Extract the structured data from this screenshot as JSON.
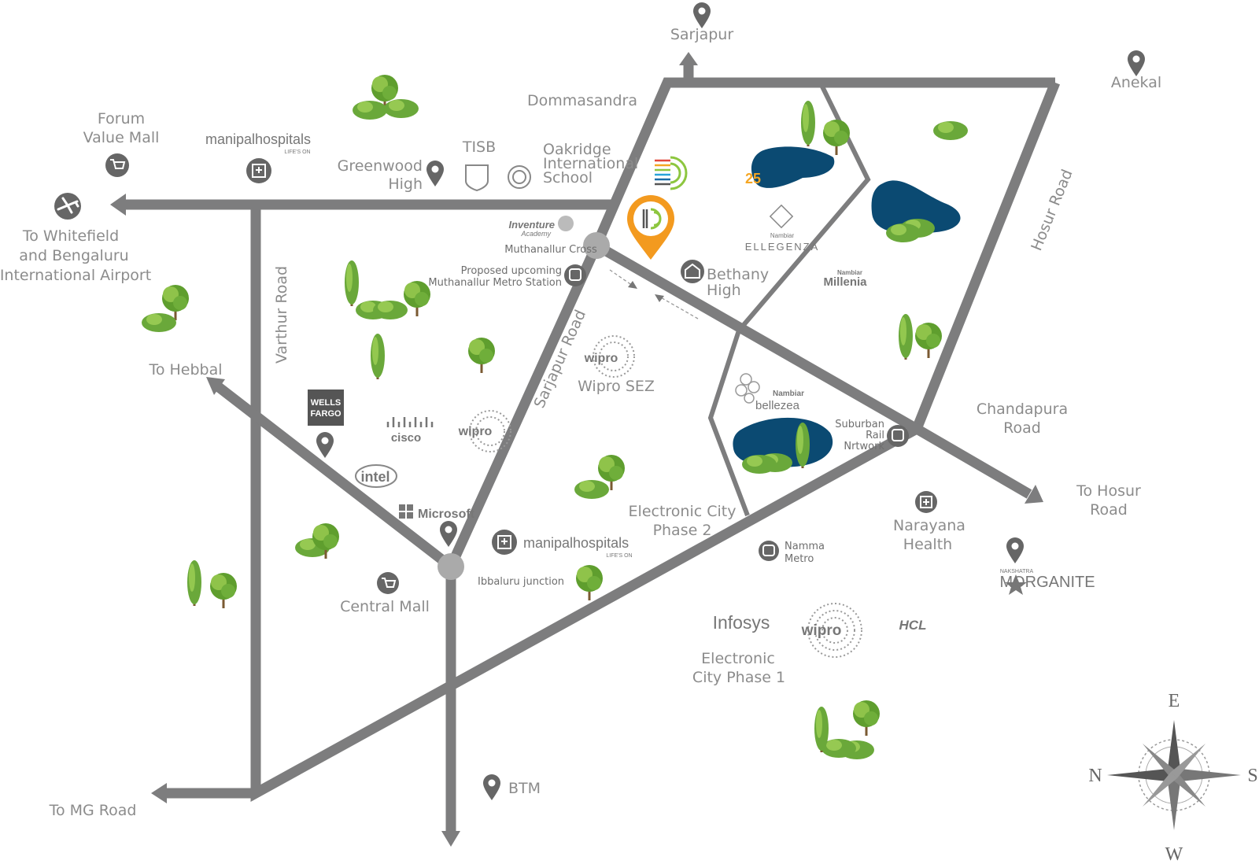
{
  "places": {
    "sarjapur": "Sarjapur",
    "anekal": "Anekal",
    "dommasandra": "Dommasandra",
    "forum_1": "Forum",
    "forum_2": "Value Mall",
    "manipal_top": "manipalhospitals",
    "manipal_tag": "LIFE'S ON",
    "tisb": "TISB",
    "greenwood_1": "Greenwood",
    "greenwood_2": "High",
    "oakridge_1": "Oakridge",
    "oakridge_2": "International",
    "oakridge_3": "School",
    "whitefield_1": "To Whitefield",
    "whitefield_2": "and Bengaluru",
    "whitefield_3": "International Airport",
    "inventure_1": "Inventure",
    "inventure_2": "Academy",
    "muthanallur_cross": "Muthanallur Cross",
    "metro_1": "Proposed upcoming",
    "metro_2": "Muthanallur Metro Station",
    "bethany_1": "Bethany",
    "bethany_2": "High",
    "ellegenza_1": "Nambiar",
    "ellegenza_2": "ELLEGENZA",
    "millenia_1": "Nambiar",
    "millenia_2": "Millenia",
    "badge_25": "25",
    "to_hebbal": "To Hebbal",
    "wipro_sez_logo": "wipro",
    "wipro_sez": "Wipro SEZ",
    "wells_1": "WELLS",
    "wells_2": "FARGO",
    "cisco": "cisco",
    "wipro_mid": "wipro",
    "intel": "intel",
    "microsoft": "Microsoft",
    "manipal_mid": "manipalhospitals",
    "ibbaluru": "Ibbaluru junction",
    "central_mall": "Central Mall",
    "ec2_1": "Electronic City",
    "ec2_2": "Phase 2",
    "bellezea_1": "Nambiar",
    "bellezea_2": "bellezea",
    "suburban_1": "Suburban",
    "suburban_2": "Rail",
    "suburban_3": "Nrtwork",
    "chandapura_1": "Chandapura",
    "chandapura_2": "Road",
    "to_hosur_1": "To Hosur",
    "to_hosur_2": "Road",
    "namma_1": "Namma",
    "namma_2": "Metro",
    "narayana_1": "Narayana",
    "narayana_2": "Health",
    "morganite_1": "NAKSHATRA",
    "morganite_2": "MORGANITE",
    "infosys": "Infosys",
    "wipro_ec1": "wipro",
    "hcl": "HCL",
    "ec1_1": "Electronic",
    "ec1_2": "City Phase 1",
    "btm": "BTM",
    "to_mg_road": "To MG Road"
  },
  "roads": {
    "varthur": "Varthur Road",
    "sarjapur": "Sarjapur Road",
    "hosur": "Hosur Road"
  },
  "compass": {
    "north": "N",
    "south": "S",
    "east": "E",
    "west": "W"
  },
  "colors": {
    "road": "#7d7d7e",
    "label": "#8c8c8c",
    "lake": "#0b4a72",
    "tree_light": "#8fc34a",
    "tree_dark": "#4e8a2a",
    "marker": "#f39a1f",
    "project_green": "#8dc63f"
  },
  "icons": {
    "location_pin": "map-pin-icon",
    "hospital": "hospital-icon",
    "mall": "shopping-cart-icon",
    "airport": "airplane-icon",
    "train": "train-icon",
    "school": "school-icon"
  }
}
